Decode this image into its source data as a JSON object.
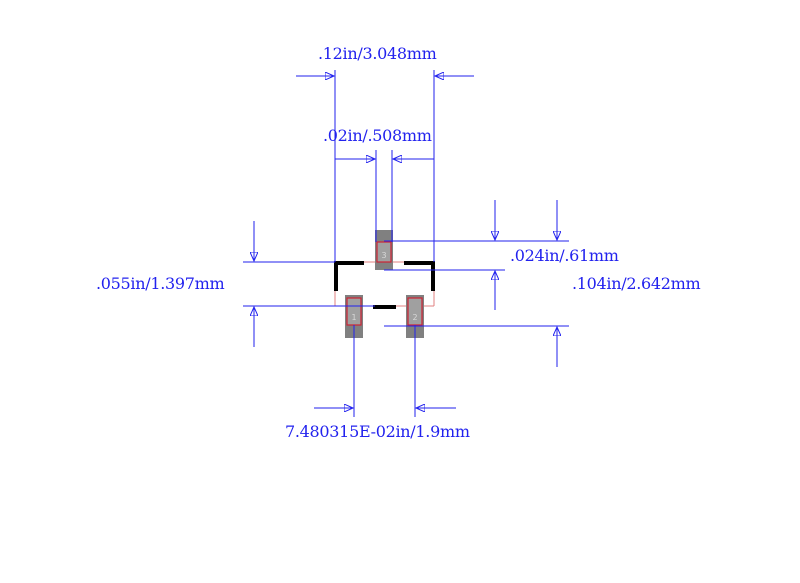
{
  "diagram": {
    "type": "SMD footprint dimension drawing (SOT-23 style, 3 pads)",
    "colors": {
      "dimension": "#2222ee",
      "dimension_light": "#6666ff",
      "pad_fill": "#808080",
      "pad_outline": "#cc2233",
      "silkscreen": "#000000",
      "courtyard": "#e08080"
    },
    "pads": [
      {
        "id": "pad-1",
        "label": "1"
      },
      {
        "id": "pad-2",
        "label": "2"
      },
      {
        "id": "pad-3",
        "label": "3"
      }
    ],
    "dimensions": {
      "overall_width": ".12in/3.048mm",
      "pad_width": ".02in/.508mm",
      "pad_height": ".024in/.61mm",
      "body_height": ".055in/1.397mm",
      "overall_height": ".104in/2.642mm",
      "pad_pitch": "7.480315E-02in/1.9mm"
    }
  }
}
